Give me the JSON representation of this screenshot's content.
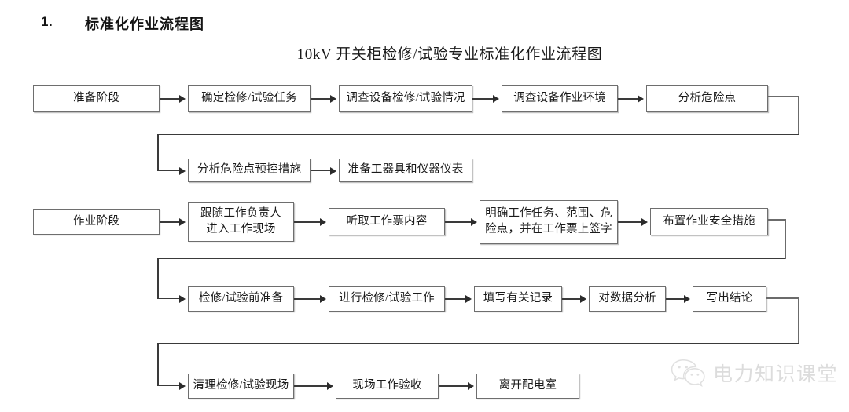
{
  "heading": {
    "number": "1.",
    "text": "标准化作业流程图"
  },
  "chart_title": "10kV 开关柜检修/试验专业标准化作业流程图",
  "nodes": {
    "prep_stage": "准备阶段",
    "confirm_task": "确定检修/试验任务",
    "survey_condition": "调查设备检修/试验情况",
    "survey_env": "调查设备作业环境",
    "analyze_risk": "分析危险点",
    "risk_measures": "分析危险点预控措施",
    "prepare_tools": "准备工器具和仪器仪表",
    "work_stage": "作业阶段",
    "follow_leader_1": "跟随工作负责人",
    "follow_leader_2": "进入工作现场",
    "listen_ticket": "听取工作票内容",
    "clarify_1": "明确工作任务、范围、危",
    "clarify_2": "险点，并在工作票上签字",
    "safety_measures": "布置作业安全措施",
    "pre_work_prep": "检修/试验前准备",
    "do_work": "进行检修/试验工作",
    "fill_records": "填写有关记录",
    "analyze_data": "对数据分析",
    "write_conclusion": "写出结论",
    "clean_site": "清理检修/试验现场",
    "site_acceptance": "现场工作验收",
    "leave_room": "离开配电室"
  },
  "watermark": {
    "text": "电力知识课堂",
    "icon": "wechat-icon"
  },
  "colors": {
    "box_border": "#6e6e6e",
    "line": "#3a3a3a",
    "text": "#1a1a1a",
    "watermark": "#8d8d8d",
    "background": "#ffffff"
  },
  "chart_data": {
    "type": "diagram",
    "title": "10kV 开关柜检修/试验专业标准化作业流程图",
    "orientation": "left-to-right, serpentine rows",
    "rows": [
      {
        "row": 1,
        "label_node": "准备阶段",
        "sequence": [
          "准备阶段",
          "确定检修/试验任务",
          "调查设备检修/试验情况",
          "调查设备作业环境",
          "分析危险点"
        ]
      },
      {
        "row": 2,
        "label_node": null,
        "sequence": [
          "分析危险点预控措施",
          "准备工器具和仪器仪表"
        ]
      },
      {
        "row": 3,
        "label_node": "作业阶段",
        "sequence": [
          "作业阶段",
          "跟随工作负责人进入工作现场",
          "听取工作票内容",
          "明确工作任务、范围、危险点，并在工作票上签字",
          "布置作业安全措施"
        ]
      },
      {
        "row": 4,
        "label_node": null,
        "sequence": [
          "检修/试验前准备",
          "进行检修/试验工作",
          "填写有关记录",
          "对数据分析",
          "写出结论"
        ]
      },
      {
        "row": 5,
        "label_node": null,
        "sequence": [
          "清理检修/试验现场",
          "现场工作验收",
          "离开配电室"
        ]
      }
    ],
    "wrap_connectors": [
      {
        "from": "分析危险点",
        "to": "分析危险点预控措施"
      },
      {
        "from": "布置作业安全措施",
        "to": "检修/试验前准备"
      },
      {
        "from": "写出结论",
        "to": "清理检修/试验现场"
      }
    ]
  }
}
